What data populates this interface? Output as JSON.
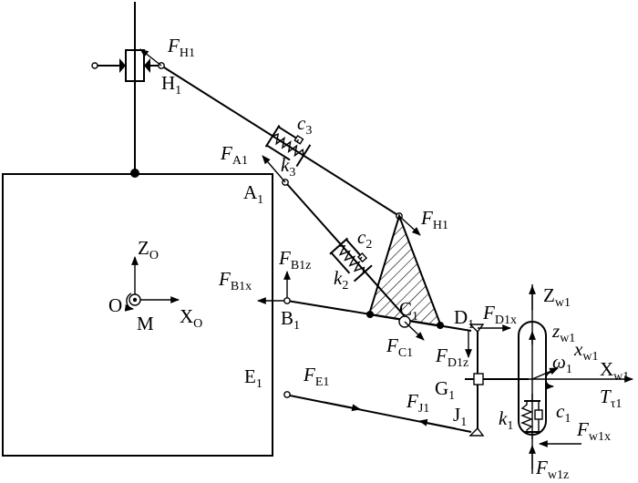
{
  "diagram": {
    "title": "Suspension linkage force diagram",
    "labels": {
      "F_H1_top": {
        "base": "F",
        "sub": "H1"
      },
      "H1": {
        "base": "H",
        "sub": "1"
      },
      "c3": {
        "base": "c",
        "sub": "3"
      },
      "F_A1": {
        "base": "F",
        "sub": "A1"
      },
      "k3": {
        "base": "k",
        "sub": "3"
      },
      "A1": {
        "base": "A",
        "sub": "1"
      },
      "F_H1_mid": {
        "base": "F",
        "sub": "H1"
      },
      "c2": {
        "base": "c",
        "sub": "2"
      },
      "k2": {
        "base": "k",
        "sub": "2"
      },
      "F_B1z": {
        "base": "F",
        "sub": "B1z"
      },
      "F_B1x": {
        "base": "F",
        "sub": "B1x"
      },
      "B1": {
        "base": "B",
        "sub": "1"
      },
      "C1": {
        "base": "C",
        "sub": "1"
      },
      "F_C1": {
        "base": "F",
        "sub": "C1"
      },
      "D1": {
        "base": "D",
        "sub": "1"
      },
      "F_D1x": {
        "base": "F",
        "sub": "D1x"
      },
      "F_D1z": {
        "base": "F",
        "sub": "D1z"
      },
      "Z_O": {
        "base": "Z",
        "sub": "O"
      },
      "O": {
        "base": "O",
        "sub": ""
      },
      "M": {
        "base": "M",
        "sub": ""
      },
      "X_O": {
        "base": "X",
        "sub": "O"
      },
      "E1": {
        "base": "E",
        "sub": "1"
      },
      "F_E1": {
        "base": "F",
        "sub": "E1"
      },
      "G1": {
        "base": "G",
        "sub": "1"
      },
      "F_J1": {
        "base": "F",
        "sub": "J1"
      },
      "J1": {
        "base": "J",
        "sub": "1"
      },
      "Z_w1": {
        "base": "Z",
        "sub": "w1"
      },
      "z_w1": {
        "base": "z",
        "sub": "w1"
      },
      "x_w1": {
        "base": "x",
        "sub": "w1"
      },
      "omega1": {
        "base": "ω",
        "sub": "1"
      },
      "X_w1": {
        "base": "X",
        "sub": "w1"
      },
      "T_tau1": {
        "base": "T",
        "sub": "τ1"
      },
      "k1": {
        "base": "k",
        "sub": "1"
      },
      "c1": {
        "base": "c",
        "sub": "1"
      },
      "F_w1x": {
        "base": "F",
        "sub": "w1x"
      },
      "F_w1z": {
        "base": "F",
        "sub": "w1z"
      }
    },
    "colors": {
      "ink": "#000000",
      "background": "#ffffff"
    }
  }
}
